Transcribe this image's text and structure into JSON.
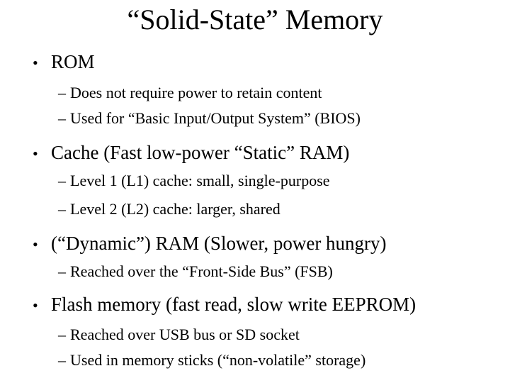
{
  "slide": {
    "title": "“Solid-State” Memory",
    "marker_l1": "•",
    "marker_l2": "–",
    "colors": {
      "background": "#ffffff",
      "text": "#000000"
    },
    "bullets": [
      {
        "level": 1,
        "text": "ROM"
      },
      {
        "level": 2,
        "text": "Does not require power to retain content"
      },
      {
        "level": 2,
        "text": "Used for “Basic Input/Output System” (BIOS)"
      },
      {
        "level": 1,
        "text": "Cache (Fast low-power “Static” RAM)"
      },
      {
        "level": 2,
        "text": "Level 1 (L1) cache: small, single-purpose"
      },
      {
        "level": 2,
        "text": "Level 2 (L2) cache: larger, shared"
      },
      {
        "level": 1,
        "text": "(“Dynamic”) RAM (Slower, power hungry)"
      },
      {
        "level": 2,
        "text": "Reached over the “Front-Side Bus” (FSB)"
      },
      {
        "level": 1,
        "text": "Flash memory (fast read, slow write EEPROM)"
      },
      {
        "level": 2,
        "text": "Reached over USB bus or SD socket"
      },
      {
        "level": 2,
        "text": "Used in memory sticks (“non-volatile” storage)"
      }
    ]
  }
}
